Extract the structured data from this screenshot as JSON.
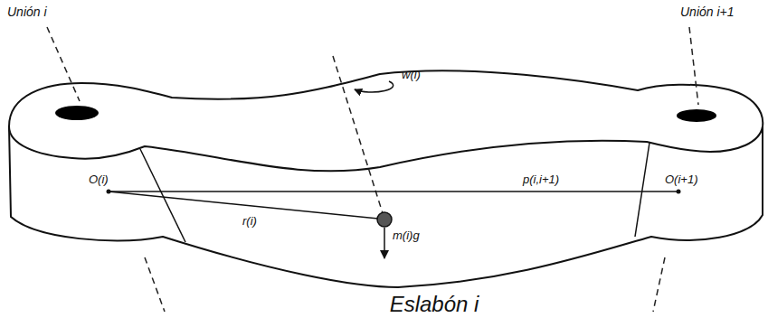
{
  "diagram": {
    "caption": "Eslabón i",
    "labels": [
      "Unión i",
      "Unión i+1",
      "w(i)",
      "O(i)",
      "p(i,i+1)",
      "O(i+1)",
      "r(i)",
      "m(i)g"
    ]
  }
}
